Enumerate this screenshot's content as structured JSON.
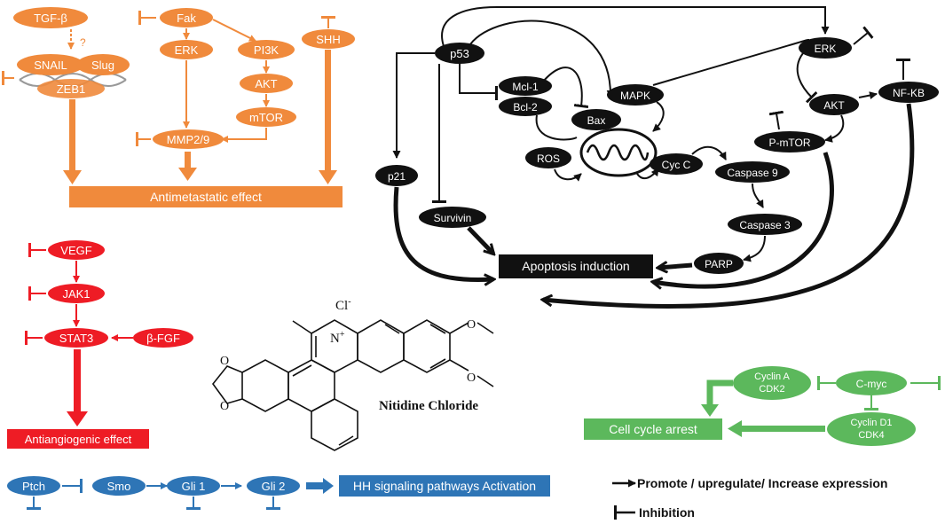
{
  "colors": {
    "orange": "#F08A3C",
    "red": "#EE1C25",
    "blue": "#2E75B6",
    "green": "#5CB85C",
    "black": "#111111"
  },
  "metastasis": {
    "tgfb": "TGF-β",
    "question": "?",
    "snail": "SNAIL",
    "slug": "Slug",
    "zeb1": "ZEB1",
    "fak": "Fak",
    "erk": "ERK",
    "pi3k": "PI3K",
    "akt": "AKT",
    "mtor": "mTOR",
    "mmp": "MMP2/9",
    "shh": "SHH",
    "effect": "Antimetastatic effect"
  },
  "angiogenesis": {
    "vegf": "VEGF",
    "jak1": "JAK1",
    "stat3": "STAT3",
    "bfgf": "β-FGF",
    "effect": "Antiangiogenic effect"
  },
  "hedgehog": {
    "ptch": "Ptch",
    "smo": "Smo",
    "gli1": "Gli 1",
    "gli2": "Gli 2",
    "effect": "HH signaling pathways Activation"
  },
  "apoptosis": {
    "p53": "p53",
    "mcl1": "Mcl-1",
    "bcl2": "Bcl-2",
    "bax": "Bax",
    "mapk": "MAPK",
    "ros": "ROS",
    "cycc": "Cyc C",
    "casp9": "Caspase 9",
    "casp3": "Caspase 3",
    "parp": "PARP",
    "p21": "p21",
    "survivin": "Survivin",
    "erk": "ERK",
    "akt": "AKT",
    "nfkb": "NF-KB",
    "pmtor": "P-mTOR",
    "effect": "Apoptosis induction"
  },
  "cell_cycle": {
    "cyclinA": "Cyclin A",
    "cdk2": "CDK2",
    "cmyc": "C-myc",
    "cyclinD1": "Cyclin D1",
    "cdk4": "CDK4",
    "effect": "Cell cycle arrest"
  },
  "compound": {
    "name": "Nitidine Chloride",
    "chloride": "Cl",
    "chloride_charge": "-",
    "nitrogen": "N",
    "nitrogen_charge": "+"
  },
  "legend": {
    "promote": "Promote / upregulate/ Increase expression",
    "inhibit": "Inhibition"
  }
}
